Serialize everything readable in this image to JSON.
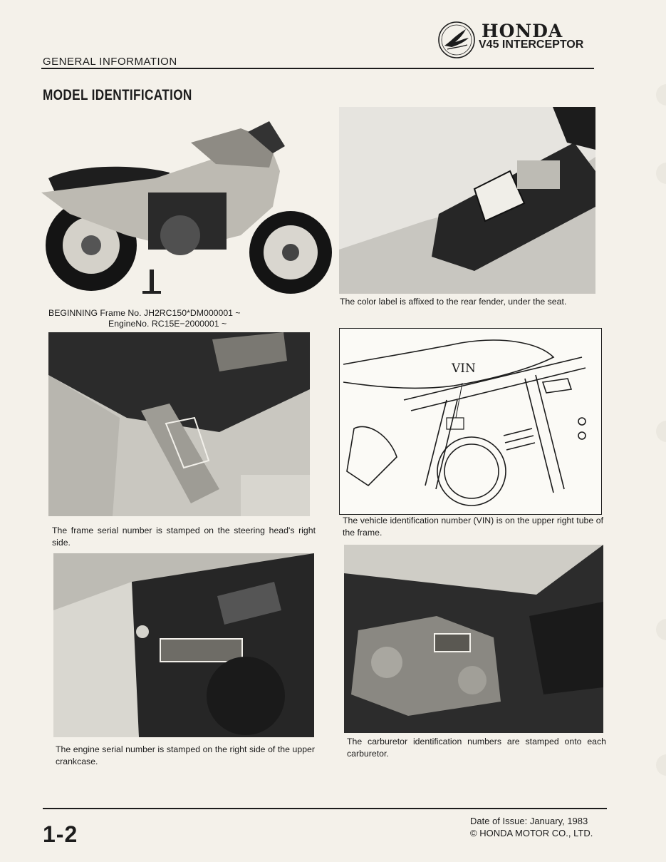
{
  "header": {
    "section": "GENERAL INFORMATION",
    "brand": "HONDA",
    "model": "V45 INTERCEPTOR"
  },
  "page_title": "MODEL IDENTIFICATION",
  "figures": {
    "motorcycle": {
      "caption_line1": "BEGINNING Frame No. JH2RC150*DM000001 ~",
      "caption_line2": "EngineNo. RC15E−2000001 ~"
    },
    "color_label": {
      "caption": "The color label is affixed to the rear fender, under the seat."
    },
    "frame_serial": {
      "caption": "The frame serial number is stamped on the steering head's right side."
    },
    "vin": {
      "label": "VIN",
      "caption": "The vehicle identification number (VIN) is on the upper right tube of the frame."
    },
    "engine_serial": {
      "caption": "The engine serial number is stamped on the right side of the upper crankcase."
    },
    "carburetor": {
      "caption": "The carburetor identification numbers are stamped onto each carburetor."
    }
  },
  "footer": {
    "page_number": "1-2",
    "date_of_issue": "Date of Issue: January, 1983",
    "copyright": "© HONDA MOTOR CO., LTD."
  }
}
